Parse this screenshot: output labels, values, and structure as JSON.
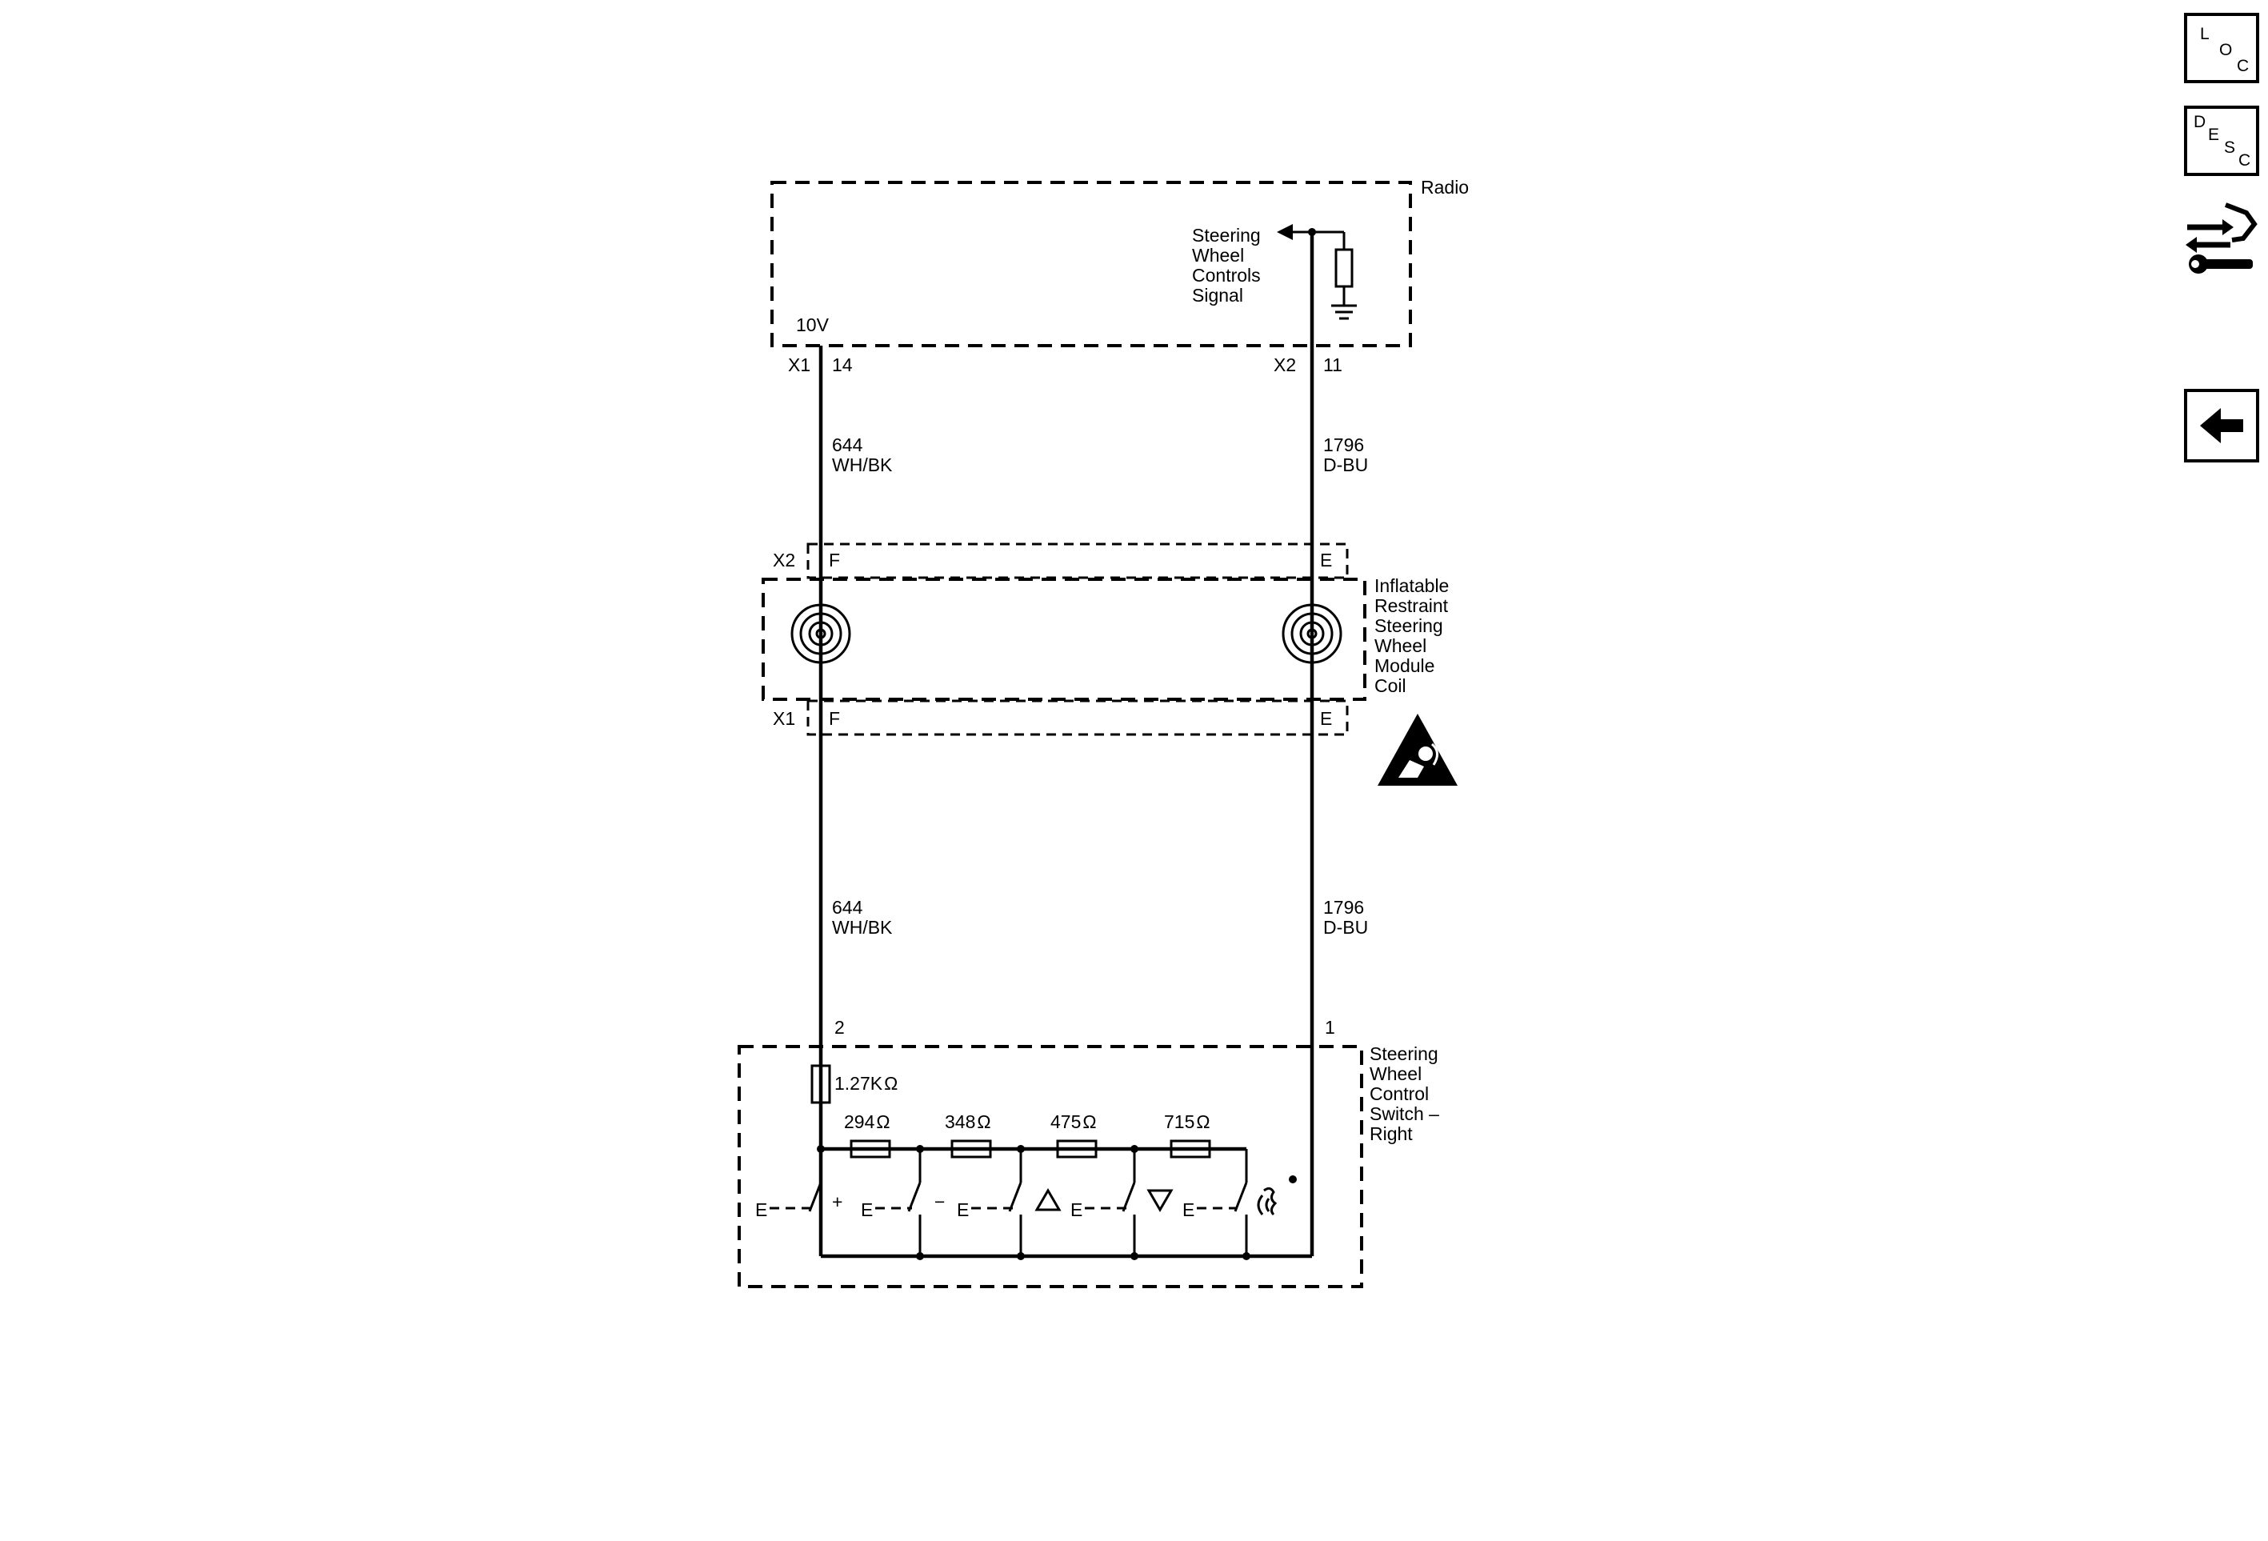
{
  "radio": {
    "label": "Radio",
    "signal_label": [
      "Steering",
      "Wheel",
      "Controls",
      "Signal"
    ],
    "voltage": "10V"
  },
  "connectors": {
    "left_top": {
      "name": "X1",
      "pin": "14"
    },
    "right_top": {
      "name": "X2",
      "pin": "11"
    },
    "coil_top": {
      "name": "X2",
      "left_pin": "F",
      "right_pin": "E"
    },
    "coil_bottom": {
      "name": "X1",
      "left_pin": "F",
      "right_pin": "E"
    },
    "switch_left_pin": "2",
    "switch_right_pin": "1"
  },
  "wires": {
    "left": {
      "circuit": "644",
      "color": "WH/BK"
    },
    "right": {
      "circuit": "1796",
      "color": "D-BU"
    }
  },
  "coil": {
    "label": [
      "Inflatable",
      "Restraint",
      "Steering",
      "Wheel",
      "Module",
      "Coil"
    ]
  },
  "switch": {
    "label": [
      "Steering",
      "Wheel",
      "Control",
      "Switch –",
      "Right"
    ],
    "series_resistor": "1.27K",
    "resistors": [
      "294",
      "348",
      "475",
      "715"
    ],
    "ohm_symbol": "Ω",
    "button_glyphs": [
      "+",
      "−"
    ]
  },
  "side_toolbar": {
    "loc": [
      "L",
      "O",
      "C"
    ],
    "desc": [
      "D",
      "E",
      "S",
      "C"
    ]
  },
  "icons": [
    "airbag-warning-icon",
    "loc-icon",
    "desc-icon",
    "connector-repair-icon",
    "back-arrow-icon"
  ]
}
